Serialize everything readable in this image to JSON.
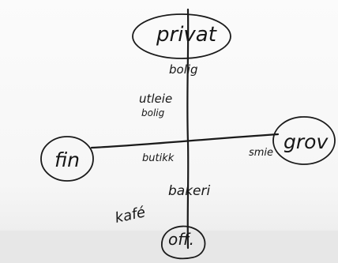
{
  "poles": {
    "top": "privat",
    "right": "grov",
    "left": "fin",
    "bottom": "off."
  },
  "labels": {
    "bolig": "bolig",
    "utleie_1": "utleie",
    "utleie_2": "bolig",
    "butikk": "butikk",
    "smie": "smie",
    "bakeri": "bakeri",
    "kafe": "kafé"
  },
  "colors": {
    "ink": "#1a1a1a",
    "paper": "#f7f7f7"
  }
}
